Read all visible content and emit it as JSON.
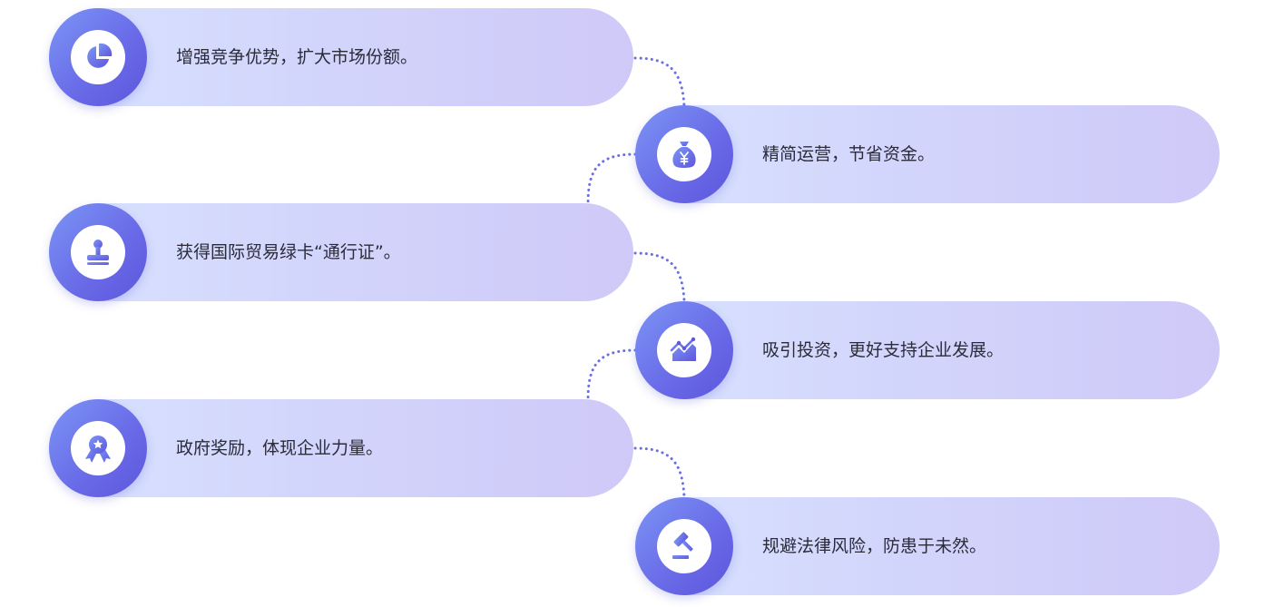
{
  "items": [
    {
      "text": "增强竞争优势，扩大市场份额。",
      "icon": "pie-chart-icon"
    },
    {
      "text": "精简运营，节省资金。",
      "icon": "money-bag-icon"
    },
    {
      "text": "获得国际贸易绿卡“通行证”。",
      "icon": "stamp-icon"
    },
    {
      "text": "吸引投资，更好支持企业发展。",
      "icon": "growth-chart-icon"
    },
    {
      "text": "政府奖励，体现企业力量。",
      "icon": "award-medal-icon"
    },
    {
      "text": "规避法律风险，防患于未然。",
      "icon": "gavel-icon"
    }
  ],
  "colors": {
    "accent": "#6a6ce8",
    "accent_light": "#7c95f5",
    "pill_start": "#d8e2ff",
    "pill_end": "#cfc9f8",
    "connector": "#6b6fe0",
    "text": "#2b2b3a"
  }
}
